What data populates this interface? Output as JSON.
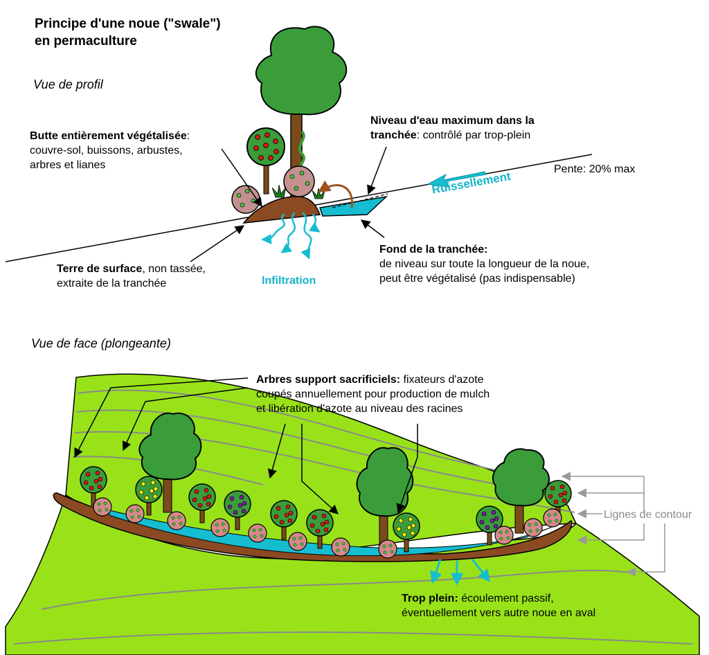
{
  "title": {
    "line1": "Principe d'une noue (\"swale\")",
    "line2": "en permaculture"
  },
  "profile": {
    "heading": "Vue de profil",
    "butte": {
      "bold": "Butte entièrement végétalisée",
      "colon": ":",
      "line2": "couvre-sol, buissons, arbustes,",
      "line3": "arbres et lianes"
    },
    "niveau": {
      "bold1": "Niveau d'eau maximum dans la",
      "bold2": "tranchée",
      "rest": ": contrôlé par trop-plein"
    },
    "pente": "Pente: 20% max",
    "ruissellement": "Ruissellement",
    "infiltration": "Infiltration",
    "terre": {
      "bold": "Terre de surface",
      "rest": ", non tassée,",
      "line2": "extraite de la tranchée"
    },
    "fond": {
      "bold": "Fond de la tranchée:",
      "line2": "de niveau sur toute la longueur de la noue,",
      "line3": "peut être végétalisé (pas indispensable)"
    }
  },
  "front": {
    "heading": "Vue de face (plongeante)",
    "arbres": {
      "bold": "Arbres support sacrificiels:",
      "rest": " fixateurs d'azote",
      "line2": "coupés annuellement pour production de mulch",
      "line3": "et libération d'azote au niveau des racines"
    },
    "lignes": "Lignes de contour",
    "trop": {
      "bold": "Trop plein:",
      "rest": " écoulement passif,",
      "line2": "éventuellement vers autre noue en aval"
    }
  },
  "colors": {
    "tree_green": "#3a9d3a",
    "grass_green": "#99e21a",
    "soil_brown": "#8b4a22",
    "water_cyan": "#16bdd0",
    "fruit_red": "#d41818",
    "fruit_yellow": "#f0ec10",
    "fruit_purple": "#7a1f9a",
    "bush_pink": "#d48a8a"
  }
}
